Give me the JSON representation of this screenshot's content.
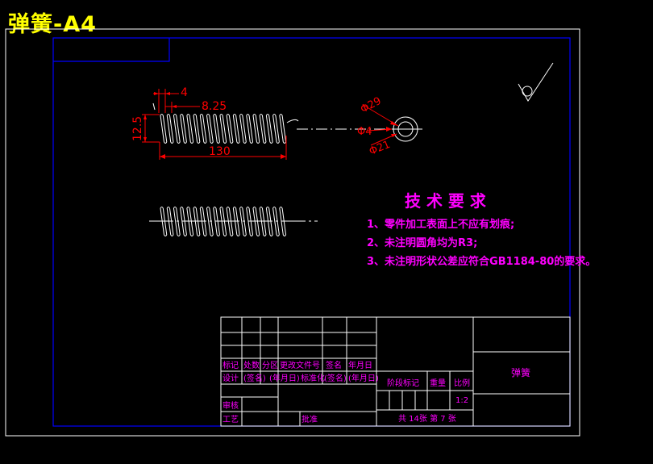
{
  "title": "弹簧-A4",
  "dimensions": {
    "d1": "4",
    "d2": "8.25",
    "d3": "12.5",
    "d4": "130",
    "d5": "Φ29",
    "d6": "Φ4",
    "d7": "Φ21"
  },
  "requirements": {
    "heading": "技 术 要 求",
    "items": [
      "1、零件加工表面上不应有划痕;",
      "2、未注明圆角均为R3;",
      "3、未注明形状公差应符合GB1184-80的要求。"
    ]
  },
  "title_block": {
    "h1": "标记",
    "h2": "处数",
    "h3": "分区",
    "h4": "更改文件号",
    "h5": "签名",
    "h6": "年月日",
    "r1": "设计",
    "r2": "(签名)",
    "r3": "(年月日)",
    "r4": "标准化",
    "r5": "(签名)",
    "r6": "(年月日)",
    "stage": "阶段标记",
    "weight": "重量",
    "scale_label": "比例",
    "scale_value": "1:2",
    "review": "审核",
    "process": "工艺",
    "approve": "批准",
    "sheet": "共 14张 第 7 张",
    "part_name": "弹簧"
  },
  "colors": {
    "frame": "#ffffff",
    "inner_frame": "#0000ff",
    "dimension": "#ff0000",
    "requirements": "#ff00ff",
    "table_text": "#ff00ff",
    "title": "#ffff00"
  }
}
